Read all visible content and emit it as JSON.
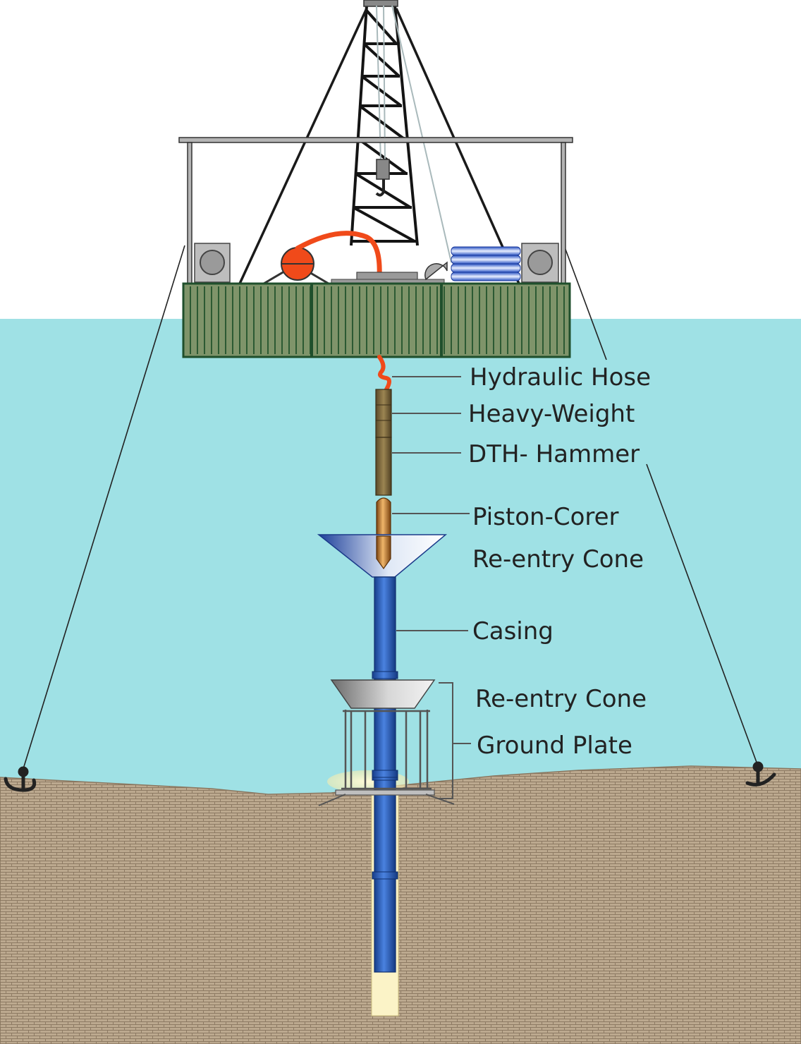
{
  "diagram": {
    "labels": {
      "hydraulic_hose": "Hydraulic Hose",
      "heavy_weight": "Heavy-Weight",
      "dth_hammer": "DTH- Hammer",
      "piston_corer": "Piston-Corer",
      "reentry_cone_upper": "Re-entry Cone",
      "casing": "Casing",
      "reentry_cone_lower": "Re-entry Cone",
      "ground_plate": "Ground Plate"
    },
    "colors": {
      "sky": "#ffffff",
      "water": "#9fe1e5",
      "seabed": "#bba88e",
      "pontoon": "#7f946a",
      "pontoon_border": "#1f4f2c",
      "hose": "#f04a1a",
      "casing": "#2a5fbe",
      "label_text": "#222222",
      "leader": "#555555"
    }
  }
}
